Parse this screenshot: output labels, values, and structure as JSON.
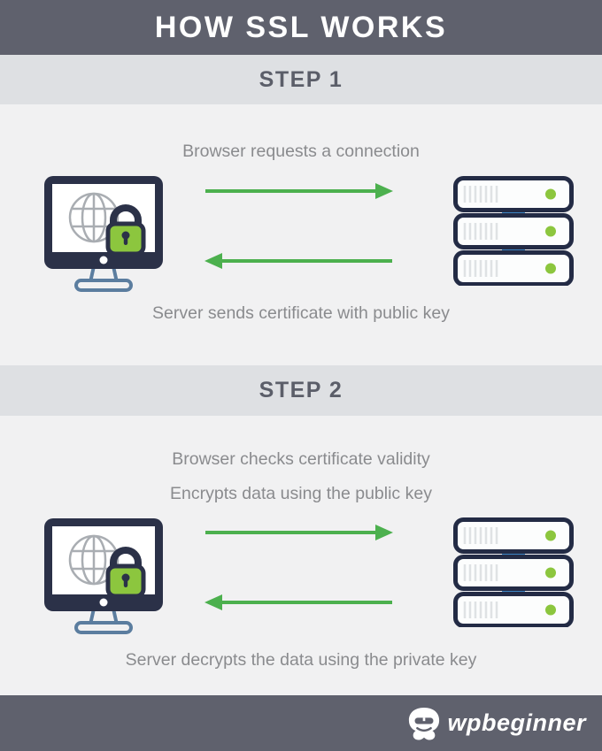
{
  "header": {
    "title": "HOW SSL WORKS"
  },
  "steps": [
    {
      "label": "STEP 1",
      "top_captions": [
        "Browser requests a connection"
      ],
      "bottom_caption": "Server sends certificate with public key"
    },
    {
      "label": "STEP 2",
      "top_captions": [
        "Browser checks certificate validity",
        "Encrypts data using the public key"
      ],
      "bottom_caption": "Server decrypts the data using the private key"
    }
  ],
  "footer": {
    "brand": "wpbeginner"
  },
  "icons": {
    "browser": "computer-monitor-with-globe-and-padlock-icon",
    "server": "server-rack-icon",
    "request": "arrow-right-icon",
    "response": "arrow-left-icon",
    "logo": "wpbeginner-mascot-icon"
  },
  "colors": {
    "header_bg": "#5f616d",
    "band_bg": "#dee0e3",
    "content_bg": "#f1f1f2",
    "caption_gray": "#8a8b8e",
    "step_text": "#5b5e69",
    "arrow_green": "#4cb04e",
    "accent_green": "#8cc63e",
    "icon_navy": "#2b3148",
    "server_navy": "#232b45",
    "connector_blue": "#3d85c4",
    "stand_blue": "#5b7d9f"
  }
}
